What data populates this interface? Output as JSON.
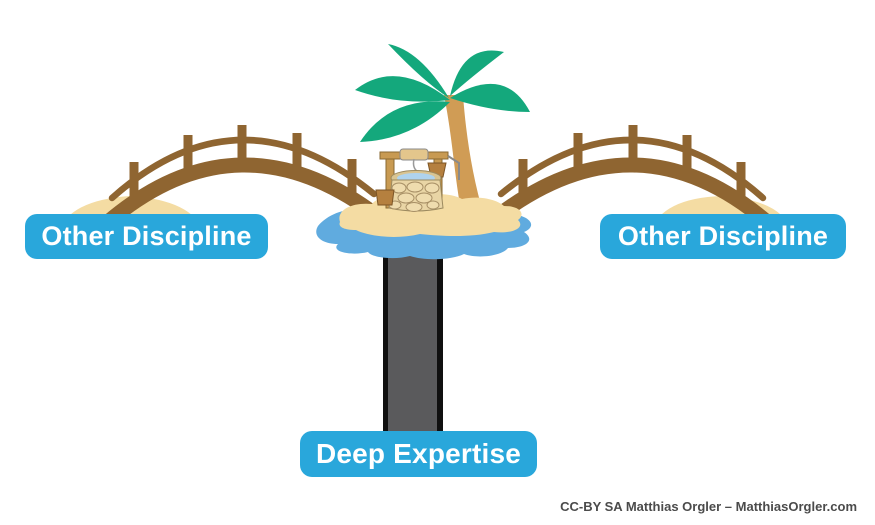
{
  "diagram": {
    "labels": {
      "left_discipline": "Other Discipline",
      "right_discipline": "Other Discipline",
      "deep_expertise": "Deep Expertise"
    },
    "attribution": "CC-BY SA Matthias Orgler – MatthiasOrgler.com",
    "icons": [
      "palm-tree-icon",
      "water-well-icon",
      "bridge-left-icon",
      "bridge-right-icon",
      "island-icon",
      "sand-mound-left-icon",
      "sand-mound-right-icon",
      "expertise-pillar-icon"
    ],
    "colors": {
      "label_background": "#29A7DB",
      "label_text": "#FFFFFF",
      "bridge_brown": "#8F6531",
      "sand": "#F4DCA3",
      "water_blue": "#60ABDF",
      "palm_green": "#14A87C",
      "palm_trunk": "#D09C55",
      "pillar_body": "#5A5A5C",
      "pillar_edge": "#101010",
      "attribution_text": "#4B4B4B",
      "background": "#FFFFFF"
    }
  }
}
